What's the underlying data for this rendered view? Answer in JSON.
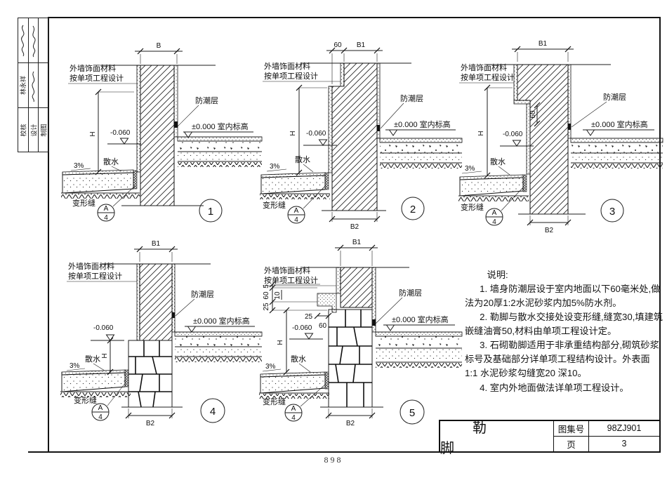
{
  "frame": {
    "page_number": "898"
  },
  "sidebar": {
    "row_labels": [
      "校核",
      "设计",
      "制图"
    ],
    "checker_name": "林永祥"
  },
  "titleblock": {
    "title": "勒脚",
    "atlas_label": "图集号",
    "atlas_no": "98ZJ901",
    "page_label": "页",
    "page_no": "3"
  },
  "notes": {
    "heading": "说明:",
    "items": [
      "1. 墙身防潮层设于室内地面以下60毫米处,做法为20厚1:2水泥砂浆内加5%防水剂。",
      "2. 勒脚与散水交接处设变形缝,缝宽30,填建筑嵌缝油膏50,材料由单项工程设计定。",
      "3. 石砌勒脚适用于非承重结构部分,砌筑砂浆标号及基础部分详单项工程结构设计。外表面1:1 水泥砂浆勾缝宽20 深10。",
      "4. 室内外地面做法详单项工程设计。"
    ]
  },
  "details": [
    {
      "num": "1",
      "finish1": "外墙饰面材料",
      "finish2": "按单项工程设计",
      "dpc": "防潮层",
      "indoor": "±0.000 室内标高",
      "minus": "-0.060",
      "sanshui": "散水",
      "slope": "3%",
      "joint": "变形缝",
      "h": "H",
      "refA": "A",
      "ref4": "4",
      "dims": {
        "top": "B"
      }
    },
    {
      "num": "2",
      "finish1": "外墙饰面材料",
      "finish2": "按单项工程设计",
      "dpc": "防潮层",
      "indoor": "±0.000 室内标高",
      "minus": "-0.060",
      "sanshui": "散水",
      "slope": "3%",
      "joint": "变形缝",
      "h": "H",
      "refA": "A",
      "ref4": "4",
      "dims": {
        "t60": "60",
        "b1": "B1",
        "b2": "B2"
      }
    },
    {
      "num": "3",
      "finish1": "外墙饰面材料",
      "finish2": "按单项工程设计",
      "dpc": "防潮层",
      "indoor": "±0.000 室内标高",
      "minus": "-0.060",
      "sanshui": "散水",
      "slope": "3%",
      "joint": "变形缝",
      "h": "H",
      "refA": "A",
      "ref4": "4",
      "dims": {
        "b1": "B1",
        "r60": "60",
        "b2": "B2"
      }
    },
    {
      "num": "4",
      "finish1": "外墙饰面材料",
      "finish2": "按单项工程设计",
      "dpc": "防潮层",
      "indoor": "±0.000 室内标高",
      "minus": "-0.060",
      "sanshui": "散水",
      "slope": "3%",
      "joint": "变形缝",
      "h": "H",
      "refA": "A",
      "ref4": "4",
      "dims": {
        "b1": "B1",
        "b2": "B2"
      }
    },
    {
      "num": "5",
      "finish1": "外墙饰面材料",
      "finish2": "按单项工程设计",
      "dpc": "防潮层",
      "indoor": "±0.000 室内标高",
      "minus": "-0.060",
      "sanshui": "散水",
      "slope": "3%",
      "joint": "变形缝",
      "h": "H",
      "refA": "A",
      "ref4": "4",
      "dims": {
        "b1": "B1",
        "b2": "B2",
        "s5": "5",
        "s60": "60",
        "s25": "25",
        "d10": "10",
        "d25": "25",
        "d60": "60"
      }
    }
  ]
}
